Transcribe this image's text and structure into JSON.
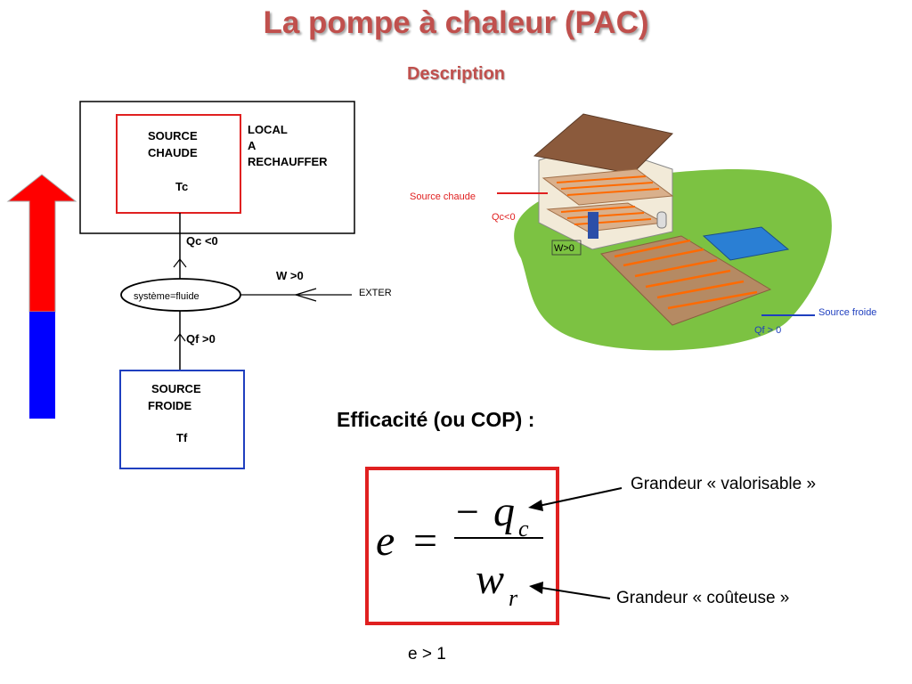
{
  "header": {
    "title": "La pompe à chaleur (PAC)",
    "subtitle": "Description"
  },
  "schema": {
    "hot_source": {
      "line1": "SOURCE",
      "line2": "CHAUDE",
      "temp": "Tc"
    },
    "local": {
      "line1": "LOCAL",
      "line2": "A",
      "line3": "RECHAUFFER"
    },
    "qc": "Qc <0",
    "system": "système=fluide",
    "w": "W  >0",
    "exterior": "EXTER",
    "qf": "Qf >0",
    "cold_source": {
      "line1": "SOURCE",
      "line2": "FROIDE",
      "temp": "Tf"
    }
  },
  "illustration": {
    "source_chaude": "Source chaude",
    "qc": "Qc<0",
    "w": "W>0",
    "source_froide": "Source froide",
    "qf": "Qf > 0"
  },
  "efficiency": {
    "label": "Efficacité (ou COP) :",
    "lhs": "e",
    "equals": "=",
    "numerator_sign": "−",
    "numerator": "q",
    "numerator_sub": "c",
    "denominator": "w",
    "denominator_sub": "r",
    "annot_top": "Grandeur « valorisable »",
    "annot_bottom": "Grandeur « coûteuse »",
    "condition": "e > 1"
  },
  "colors": {
    "title": "#c0504d",
    "hot": "#e02020",
    "cold": "#1f3fbf",
    "arrow_red": "#ff0000",
    "arrow_blue": "#0000ff"
  }
}
